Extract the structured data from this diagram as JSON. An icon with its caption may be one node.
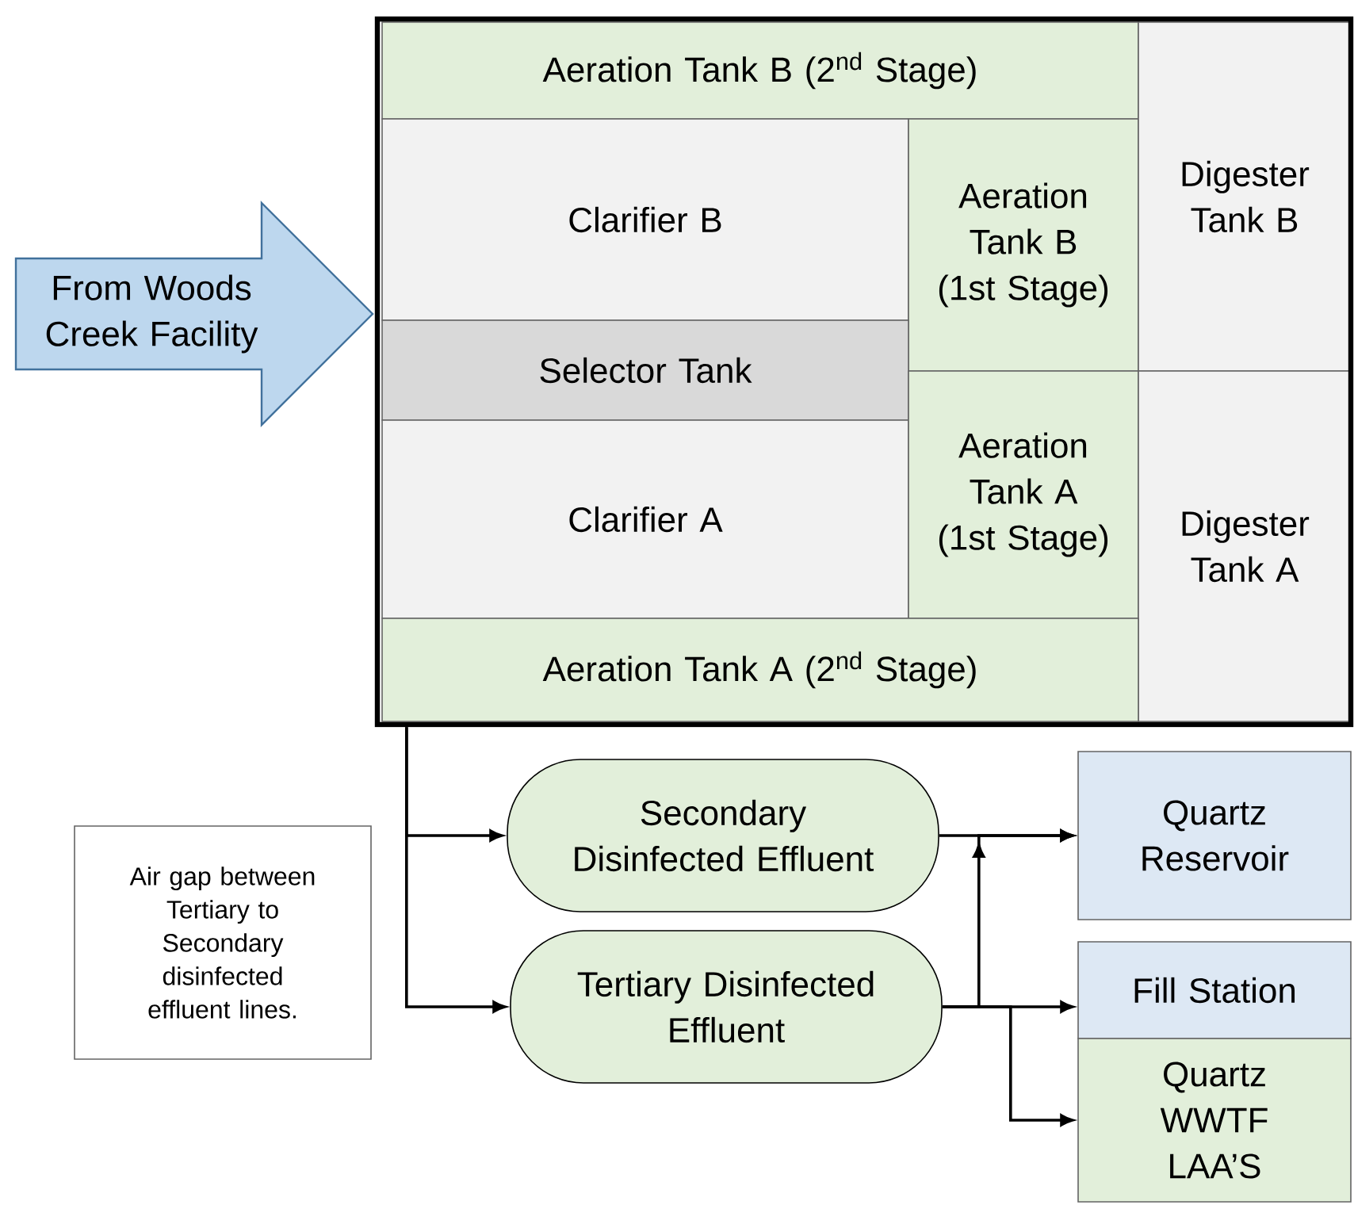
{
  "diagram": {
    "nodes": [
      {
        "text": [
          "From Woods Creek Facility"
        ]
      },
      {
        "text": [],
        "shape": "box"
      },
      {
        "text": [
          "Aeration Tank B (2$^{nd}$ Stage)"
        ],
        "in": 1
      },
      {
        "text": [
          "Clarifier B"
        ],
        "in": 1
      },
      {
        "text": [
          "Aeration Tank B (1st Stage)"
        ],
        "in": 1
      },
      {
        "text": [
          "Digester Tank B"
        ],
        "in": 1
      },
      {
        "text": [
          "Selector Tank"
        ],
        "in": 1
      },
      {
        "text": [
          "Clarifier A"
        ],
        "in": 1
      },
      {
        "text": [
          "Aeration Tank A (1st Stage)"
        ],
        "in": 1
      },
      {
        "text": [
          "Digester Tank A"
        ],
        "in": 1
      },
      {
        "text": [
          "Aeration Tank A (2$^{nd}$ Stage)"
        ],
        "in": 1
      },
      {
        "text": [
          "Air gap between Tertiary to Secondary disinfected effluent lines."
        ]
      },
      {
        "text": [
          "Secondary Disinfected Effluent"
        ]
      },
      {
        "text": [
          "Tertiary Disinfected Effluent"
        ]
      },
      {
        "text": [
          "Quartz Reservoir"
        ]
      },
      {
        "text": [
          "Fill Station"
        ]
      },
      {
        "text": [
          "Quartz WWTF LAA’S"
        ]
      }
    ],
    "edges": [
      {
        "from": 1,
        "to": 12,
        "arrow": "to"
      },
      {
        "from": 1,
        "to": 13,
        "arrow": "to"
      },
      {
        "from": 12,
        "to": 14,
        "arrow": "to"
      },
      {
        "from": 13,
        "to": 14,
        "arrow": "to"
      },
      {
        "from": 13,
        "to": 15,
        "arrow": "to"
      },
      {
        "from": 13,
        "to": 16,
        "arrow": "to"
      }
    ]
  }
}
